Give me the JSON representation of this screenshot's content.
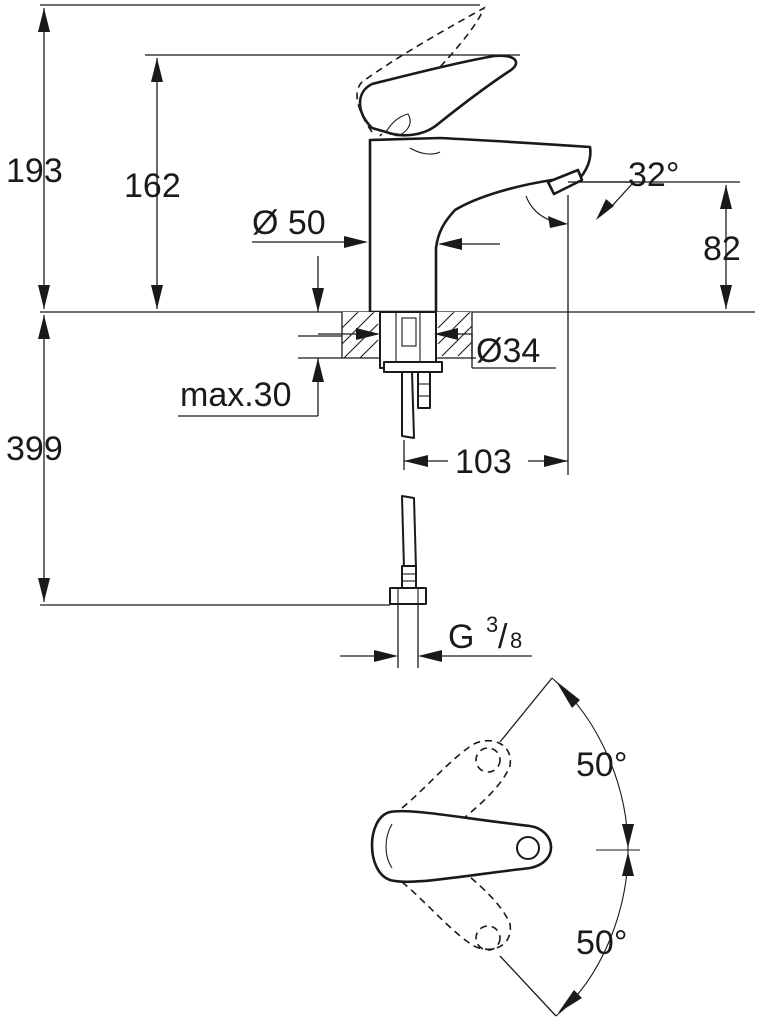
{
  "dimensions": {
    "total_height": "193",
    "spout_height": "162",
    "body_diameter": "Ø 50",
    "aerator_height": "82",
    "spout_angle": "32°",
    "hole_diameter": "Ø34",
    "max_thickness": "max.30",
    "hose_length": "399",
    "spout_reach": "103",
    "connection_prefix": "G",
    "connection_num": "3",
    "connection_den": "8",
    "lever_angle_upper": "50°",
    "lever_angle_lower": "50°"
  }
}
